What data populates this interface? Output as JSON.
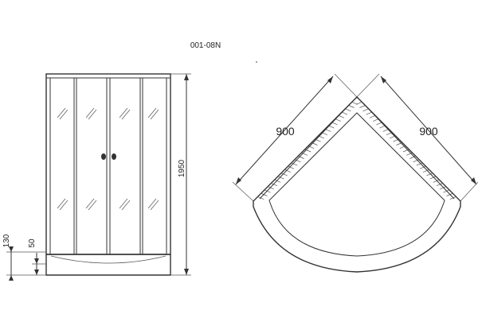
{
  "model_code": "001-08N",
  "front_view": {
    "height_label": "1950",
    "tray_height_label": "130",
    "tray_step_label": "50"
  },
  "top_view": {
    "left_width_label": "900",
    "right_width_label": "900"
  },
  "colors": {
    "line": "#333333",
    "background": "#ffffff"
  }
}
